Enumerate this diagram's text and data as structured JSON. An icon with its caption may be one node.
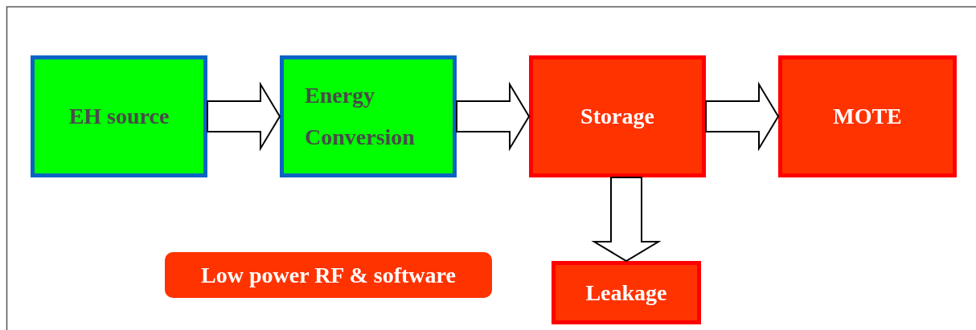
{
  "diagram": {
    "nodes": [
      {
        "text": [
          "EH source"
        ]
      },
      {
        "text": [
          "Energy Conversion"
        ]
      },
      {
        "text": [
          "Storage"
        ]
      },
      {
        "text": [
          "MOTE"
        ]
      },
      {
        "text": [
          "Low power RF & software"
        ]
      },
      {
        "text": [
          "Leakage"
        ]
      }
    ],
    "edges": [
      {
        "from": 0,
        "to": 1,
        "arrow": "to"
      },
      {
        "from": 1,
        "to": 2,
        "arrow": "to"
      },
      {
        "from": 2,
        "to": 3,
        "arrow": "to"
      },
      {
        "from": 2,
        "to": 5,
        "arrow": "to"
      }
    ]
  }
}
